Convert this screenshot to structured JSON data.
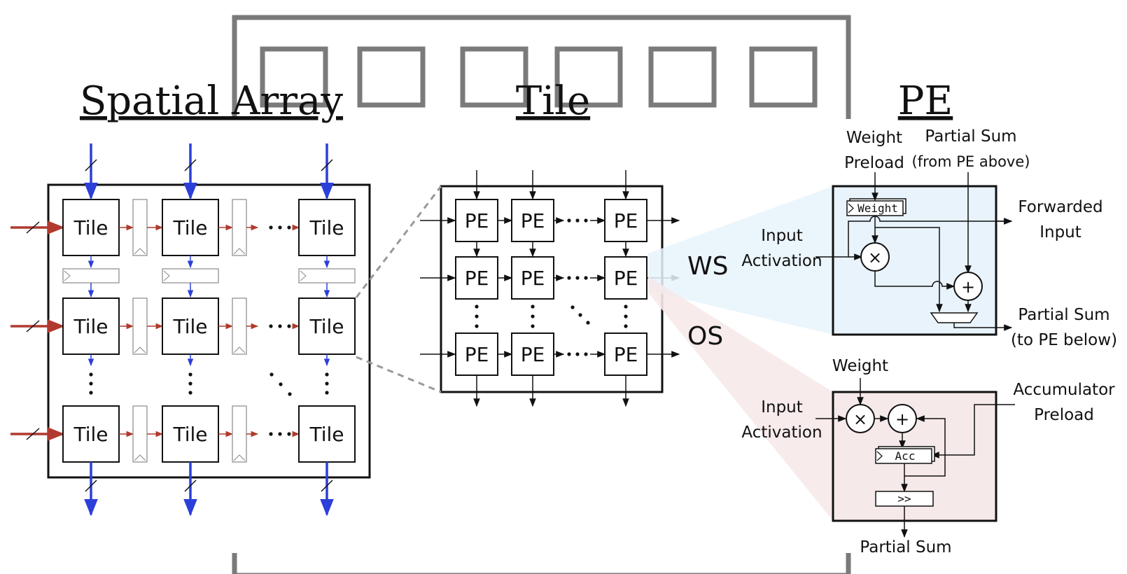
{
  "titles": {
    "spatial": "Spatial Array",
    "tile": "Tile",
    "pe": "PE"
  },
  "tile_label": "Tile",
  "pe_label": "PE",
  "modes": {
    "ws": "WS",
    "os": "OS"
  },
  "ws_pe": {
    "weight_preload": [
      "Weight",
      "Preload"
    ],
    "partial_sum_in": [
      "Partial Sum",
      "(from PE above)"
    ],
    "weight_reg": "Weight",
    "forwarded_input": [
      "Forwarded",
      "Input"
    ],
    "input_activation": [
      "Input",
      "Activation"
    ],
    "partial_sum_out": [
      "Partial Sum",
      "(to PE below)"
    ]
  },
  "os_pe": {
    "weight": "Weight",
    "input_activation": [
      "Input",
      "Activation"
    ],
    "accumulator_preload": [
      "Accumulator",
      "Preload"
    ],
    "acc_reg": "Acc",
    "shift": ">>",
    "partial_sum": "Partial Sum"
  },
  "colors": {
    "row_arrow": "#b03a2e",
    "col_arrow": "#2c3fd9",
    "ws_fill": "#e8f3fb",
    "os_fill": "#f6e9e9",
    "frame_gray": "#7a7a7a"
  }
}
